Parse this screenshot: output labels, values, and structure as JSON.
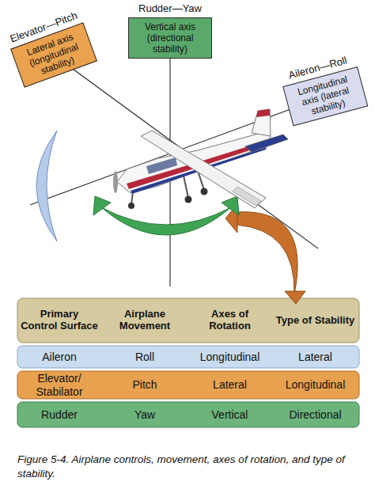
{
  "diagram": {
    "caption": "Figure 5-4. Airplane controls, movement, axes of rotation, and type of stability.",
    "nodes": [
      {
        "text": [
          "Rudder—Yaw",
          "Vertical axis (directional stability)"
        ]
      },
      {
        "text": [
          "Elevator—Pitch",
          "Lateral axis (longitudinal stability)"
        ]
      },
      {
        "text": [
          "Aileron—Roll",
          "Longitudinal axis (lateral stability)"
        ]
      }
    ],
    "labels": [
      "Primary Control Surface",
      "Airplane Movement",
      "Axes of Rotation",
      "Type of Stability",
      "Aileron",
      "Roll",
      "Longitudinal",
      "Lateral",
      "Elevator/ Stabilator",
      "Pitch",
      "Lateral",
      "Longitudinal",
      "Rudder",
      "Yaw",
      "Vertical",
      "Directional"
    ]
  }
}
